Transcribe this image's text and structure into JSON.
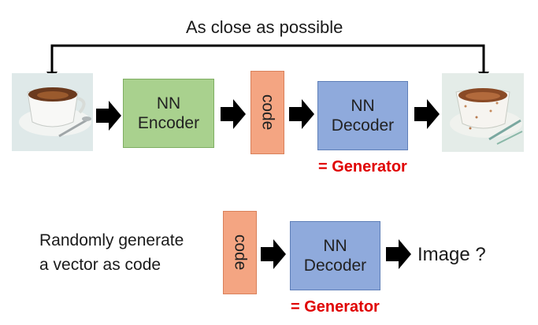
{
  "top": {
    "loop_label": "As close as possible",
    "encoder_label_1": "NN",
    "encoder_label_2": "Encoder",
    "code_label": "code",
    "decoder_label_1": "NN",
    "decoder_label_2": "Decoder",
    "generator_label": "= Generator"
  },
  "bottom": {
    "prompt_line_1": "Randomly generate",
    "prompt_line_2": "a vector as code",
    "code_label": "code",
    "decoder_label_1": "NN",
    "decoder_label_2": "Decoder",
    "output_label": "Image ?",
    "generator_label": "= Generator"
  },
  "colors": {
    "encoder": "#a9d18e",
    "decoder": "#8faadc",
    "code": "#f4a582",
    "generator_text": "#e00000"
  }
}
